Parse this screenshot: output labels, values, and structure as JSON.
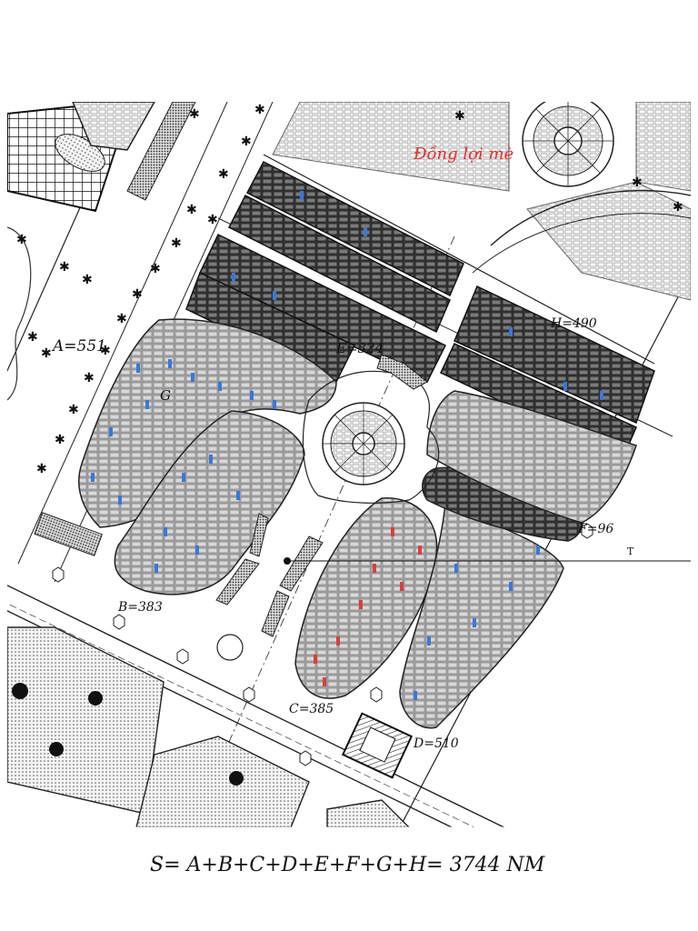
{
  "plan": {
    "section_labels": {
      "A": "A=551",
      "B": "B=383",
      "C": "C=385",
      "D": "D=510",
      "E": "E=324",
      "F": "F=96",
      "H": "H=490",
      "G": "G"
    },
    "handwritten_red": "Đồng lợi mè",
    "marker_label": "T",
    "summary_formula": "S= A+B+C+D+E+F+G+H= 3744 NM"
  },
  "colors": {
    "ink": "#1a1a1a",
    "dark_block": "#4a4a4a",
    "light_block": "#bdbdbd",
    "blue_mark": "#3a78d6",
    "red_mark": "#d64040",
    "red_text": "#e03030"
  }
}
